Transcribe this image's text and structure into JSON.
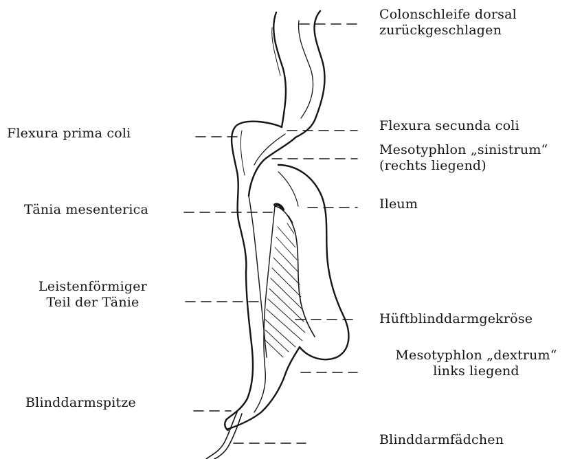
{
  "labels": {
    "colonschleife": [
      "Colonschleife dorsal",
      "zurückgeschlagen"
    ],
    "flexura_secunda": "Flexura secunda coli",
    "mesotyphlon_sinistrum": [
      "Mesotyphlon „sinistrum“",
      "(rechts liegend)"
    ],
    "ileum": "Ileum",
    "hueftblinddarmgekroese": "Hüftblinddarmgekröse",
    "mesotyphlon_dextrum": [
      "Mesotyphlon „dextrum“",
      "links liegend"
    ],
    "blinddarmfaedchen": "Blinddarmfädchen",
    "flexura_prima": "Flexura prima coli",
    "taenia_mesenterica": "Tänia mesenterica",
    "leistenfoermiger": [
      "Leistenförmiger",
      "Teil der Tänie"
    ],
    "blinddarmspitze": "Blinddarmspitze"
  },
  "colors": {
    "ink": "#151515",
    "paper": "#ffffff"
  }
}
